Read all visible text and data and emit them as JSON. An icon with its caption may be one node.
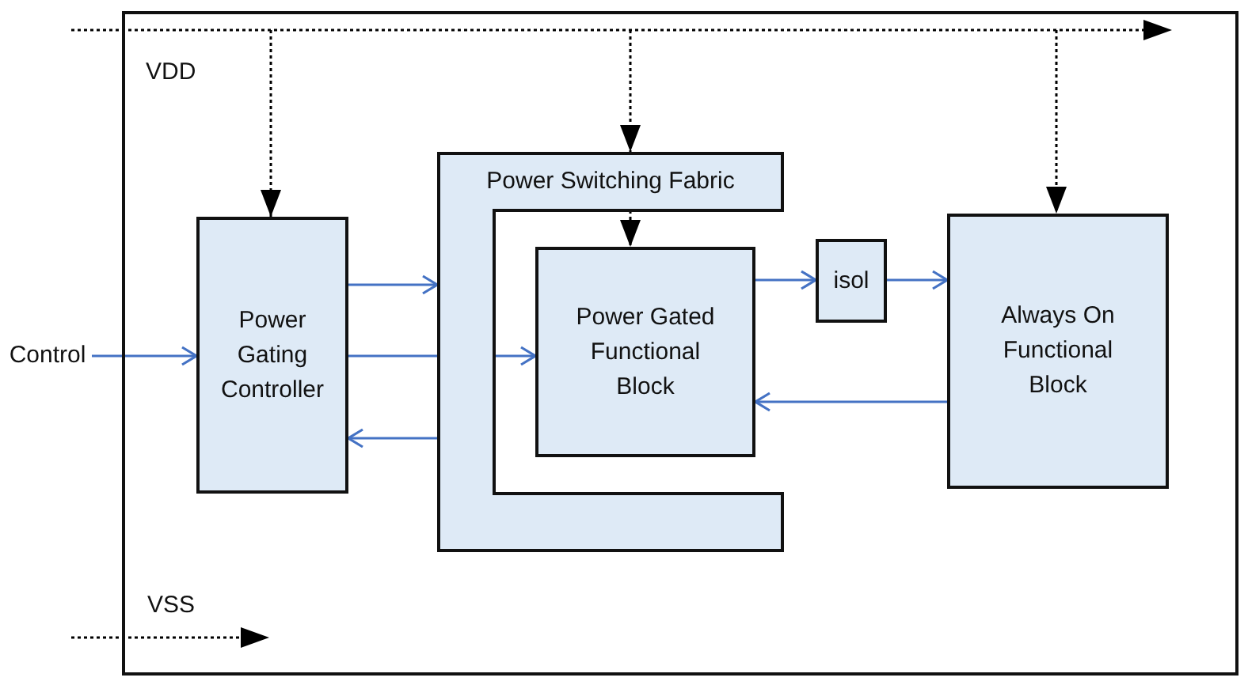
{
  "diagram": {
    "nodes": [
      {
        "text": [],
        "shape": "box"
      },
      {
        "text": [
          "Control"
        ]
      },
      {
        "text": [
          "Power Gating Controller"
        ],
        "in": 0
      },
      {
        "text": [
          "Power Switching Fabric"
        ],
        "in": 0
      },
      {
        "text": [
          "Power Gated Functional Block"
        ],
        "in": 0
      },
      {
        "text": [
          "isol"
        ],
        "in": 0
      },
      {
        "text": [
          "Always On Functional Block"
        ],
        "in": 0
      }
    ],
    "edges": [
      {
        "from": null,
        "to": 2,
        "arrow": "to",
        "style": "dashed",
        "color": "#000000"
      },
      {
        "from": null,
        "to": 3,
        "arrow": "to",
        "style": "dashed",
        "color": "#000000"
      },
      {
        "from": null,
        "to": 6,
        "arrow": "to",
        "style": "dashed",
        "color": "#000000"
      },
      {
        "from": 3,
        "to": 4,
        "arrow": "to",
        "style": "dashed",
        "color": "#000000"
      },
      {
        "from": 1,
        "to": 2,
        "arrow": "to"
      },
      {
        "from": 2,
        "to": 3,
        "arrow": "to"
      },
      {
        "from": 2,
        "to": 3,
        "arrow": "none"
      },
      {
        "from": 3,
        "to": 4,
        "arrow": "to"
      },
      {
        "from": 3,
        "to": 2,
        "arrow": "to"
      },
      {
        "from": 4,
        "to": 5,
        "arrow": "to"
      },
      {
        "from": 5,
        "to": 6,
        "arrow": "to"
      },
      {
        "from": 6,
        "to": 4,
        "arrow": "to"
      }
    ],
    "labels": [
      "VDD",
      "VSS"
    ]
  }
}
